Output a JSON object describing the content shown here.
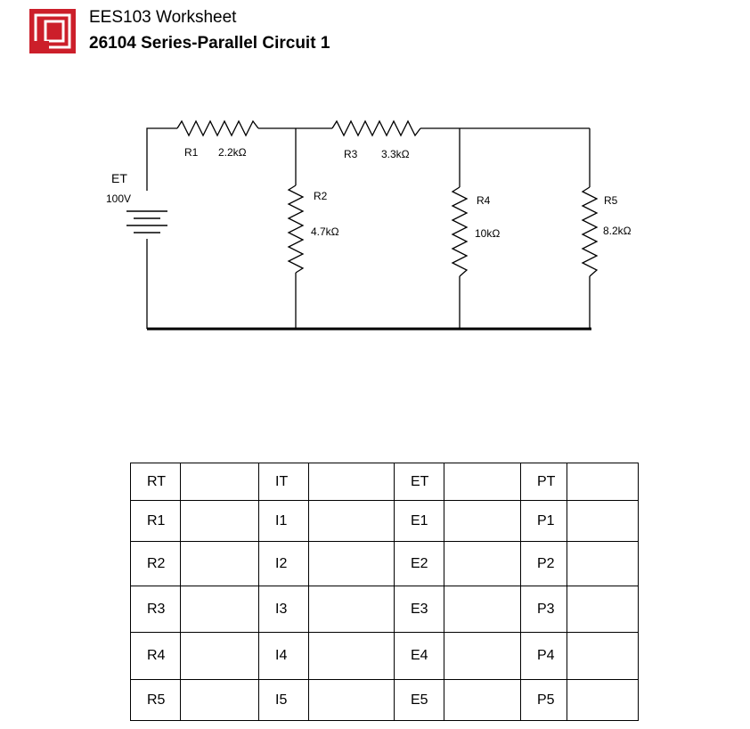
{
  "header": {
    "title": "EES103 Worksheet",
    "subtitle": "26104 Series-Parallel Circuit 1"
  },
  "circuit": {
    "source": {
      "name": "ET",
      "value": "100V"
    },
    "resistors": [
      {
        "name": "R1",
        "value": "2.2kΩ"
      },
      {
        "name": "R2",
        "value": "4.7kΩ"
      },
      {
        "name": "R3",
        "value": "3.3kΩ"
      },
      {
        "name": "R4",
        "value": "10kΩ"
      },
      {
        "name": "R5",
        "value": "8.2kΩ"
      }
    ]
  },
  "table": {
    "rows": [
      [
        "RT",
        "IT",
        "ET",
        "PT"
      ],
      [
        "R1",
        "I1",
        "E1",
        "P1"
      ],
      [
        "R2",
        "I2",
        "E2",
        "P2"
      ],
      [
        "R3",
        "I3",
        "E3",
        "P3"
      ],
      [
        "R4",
        "I4",
        "E4",
        "P4"
      ],
      [
        "R5",
        "I5",
        "E5",
        "P5"
      ]
    ]
  },
  "colors": {
    "logo": "#cc1f2a",
    "wire": "#000000"
  }
}
